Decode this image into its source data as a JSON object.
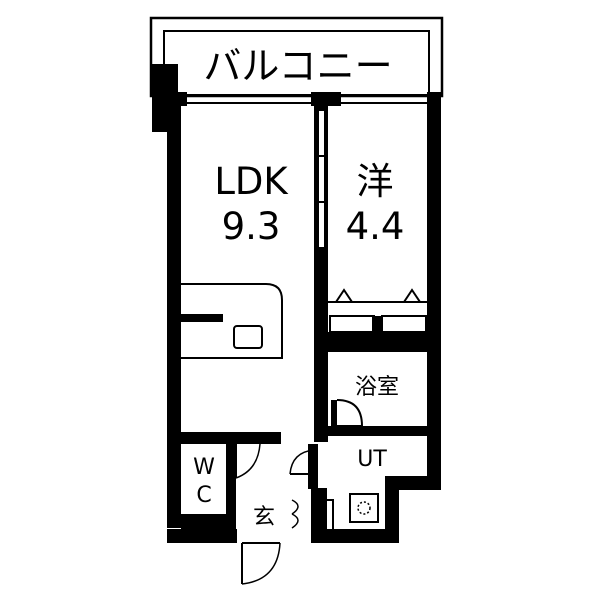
{
  "floorplan": {
    "balcony": "バルコニー",
    "ldk": {
      "name": "LDK",
      "size": "9.3"
    },
    "western_room": {
      "name": "洋",
      "size": "4.4"
    },
    "bathroom": "浴室",
    "utility": "UT",
    "toilet": {
      "line1": "W",
      "line2": "C"
    },
    "entrance": "玄"
  }
}
